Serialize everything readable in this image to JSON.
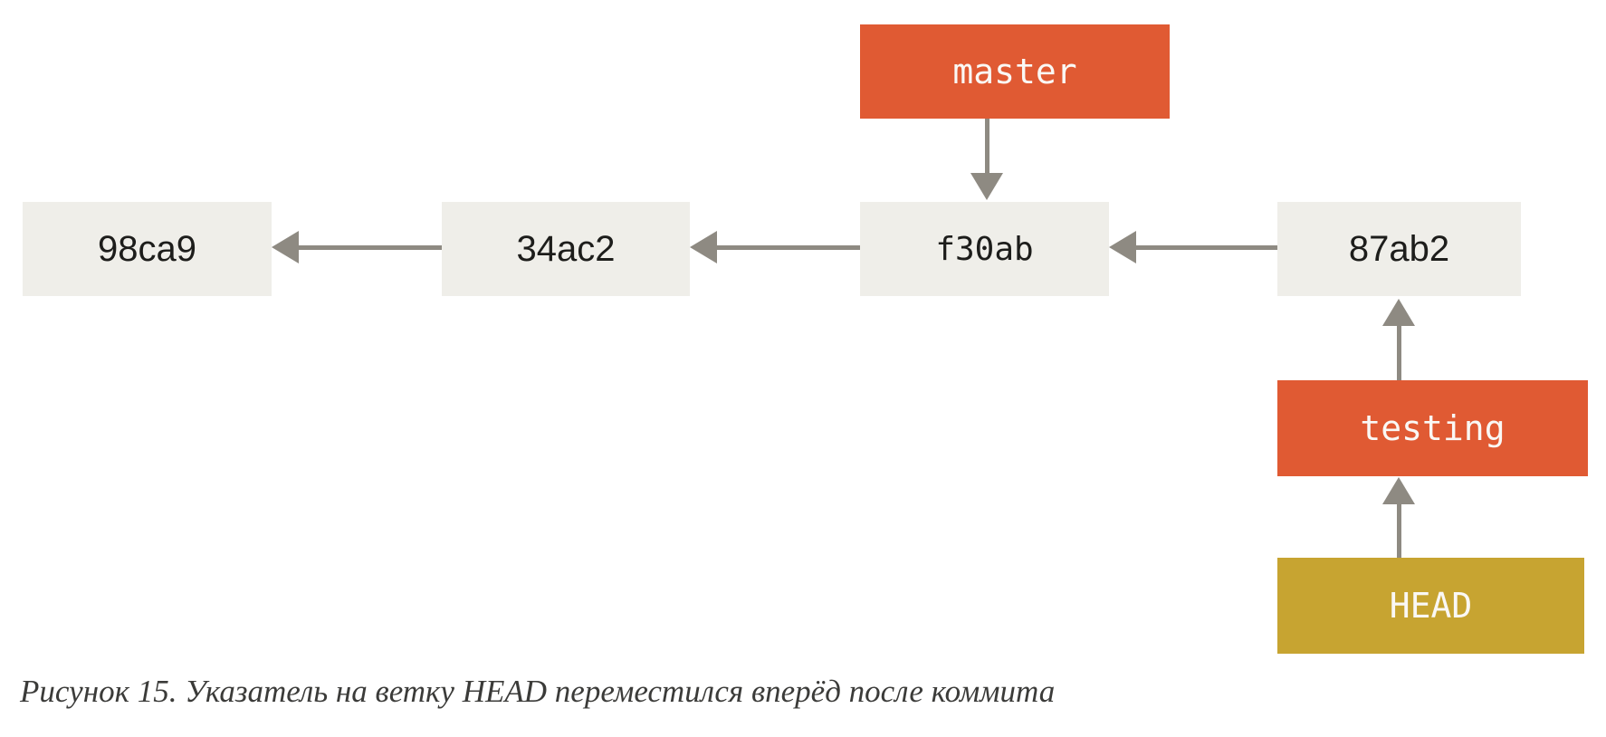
{
  "figure": {
    "caption": "Рисунок 15. Указатель на ветку HEAD переместился вперёд после коммита"
  },
  "colors": {
    "branch": "#E05A33",
    "head": "#C7A431",
    "commit-bg": "#EFEEE9",
    "arrow": "#8E8A82",
    "commit-text": "#1D1D1B",
    "label-text": "#FAF8F5",
    "caption-text": "#3B3B39"
  },
  "graph": {
    "commits": [
      {
        "id": "98ca9"
      },
      {
        "id": "34ac2",
        "parent": "98ca9"
      },
      {
        "id": "f30ab",
        "parent": "34ac2"
      },
      {
        "id": "87ab2",
        "parent": "f30ab"
      }
    ],
    "refs": [
      {
        "name": "master",
        "points_to": "f30ab",
        "type": "branch"
      },
      {
        "name": "testing",
        "points_to": "87ab2",
        "type": "branch"
      },
      {
        "name": "HEAD",
        "points_to": "testing",
        "type": "symbolic-ref"
      }
    ]
  }
}
